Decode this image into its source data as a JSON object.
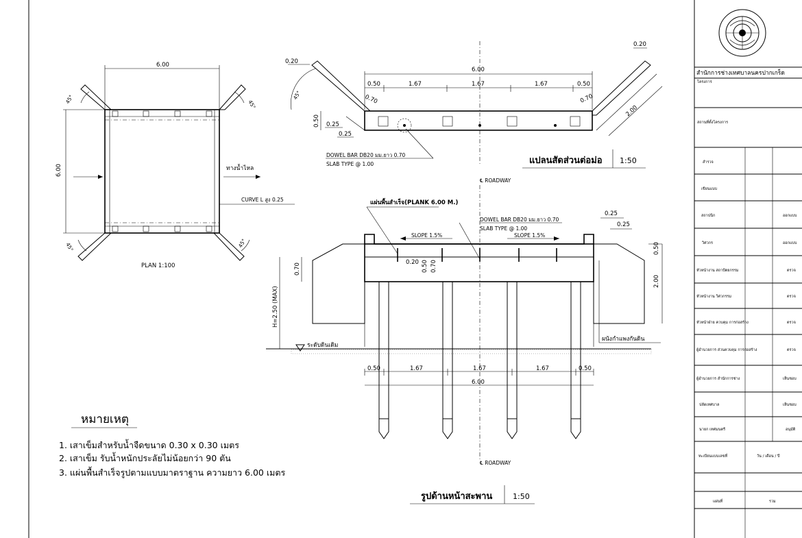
{
  "plan": {
    "title": "PLAN 1:100",
    "width_dim": "6.00",
    "height_dim": "6.00",
    "angle": "45°",
    "flow_label": "ทางน้ำไหล",
    "curve_label": "CURVE L สูง 0.25"
  },
  "approach": {
    "title": "แปลนสัดส่วนต่อม่อ",
    "scale": "1:50",
    "dims": {
      "total": "6.00",
      "end": "0.50",
      "span": "1.67",
      "wing": "0.20",
      "wing_thk": "0.70",
      "height": "0.50",
      "offset": "0.25",
      "wing_len": "2.00",
      "angle": "45°"
    },
    "dowel": "DOWEL BAR DB20 มม.ยาว 0.70",
    "slab": "SLAB TYPE @ 1.00"
  },
  "front": {
    "title": "รูปด้านหน้าสะพาน",
    "scale": "1:50",
    "roadway": "℄ ROADWAY",
    "plank": "แผ่นพื้นสำเร็จ(PLANK 6.00 M.)",
    "dowel": "DOWEL BAR DB20 มม.ยาว 0.70",
    "slab": "SLAB TYPE @ 1.00",
    "slope": "SLOPE 1.5%",
    "ground": "ระดับดินเดิม",
    "wall": "ผนังกำแพงกันดิน",
    "h_max": "H=2.50 (MAX)",
    "dims": {
      "total": "6.00",
      "end": "0.50",
      "span": "1.67",
      "top": "0.25",
      "cap": "0.70",
      "small": "0.20",
      "wall_h": "2.00",
      "wall_top": "0.50"
    }
  },
  "notes": {
    "title": "หมายเหตุ",
    "items": [
      "1. เสาเข็มสำหรับน้ำจืดขนาด 0.30 x 0.30 เมตร",
      "2. เสาเข็ม รับน้ำหนักประลัยไม่น้อยกว่า 90 ตัน",
      "3. แผ่นพื้นสำเร็จรูปตามแบบมาตราฐาน ความยาว 6.00 เมตร"
    ]
  },
  "title_block": {
    "office": "สำนักการช่างเทศบาลนครปากเกร็ด",
    "project": "โครงการ",
    "location": "สถานที่ตั้งโครงการ",
    "rows": [
      {
        "label": "สำรวจ",
        "right": ""
      },
      {
        "label": "เขียนแบบ",
        "right": ""
      },
      {
        "label": "สถาปนิก",
        "right": "ออกแบบ"
      },
      {
        "label": "วิศวกร",
        "right": "ออกแบบ"
      },
      {
        "label": "หัวหน้างาน สถาปัตยกรรม",
        "right": "ตรวจ"
      },
      {
        "label": "หัวหน้างาน วิศวกรรม",
        "right": "ตรวจ"
      },
      {
        "label": "หัวหน้าฝ่าย ควบคุม การก่อสร้าง",
        "right": "ตรวจ"
      },
      {
        "label": "ผู้อำนวยการ ส่วนควบคุม การก่อสร้าง",
        "right": "ตรวจ"
      },
      {
        "label": "ผู้อำนวยการ สำนักการช่าง",
        "right": "เห็นชอบ"
      },
      {
        "label": "ปลัดเทศบาล",
        "right": "เห็นชอบ"
      },
      {
        "label": "นายก เทศมนตรี",
        "right": "อนุมัติ"
      }
    ],
    "register": "ทะเบียนแบบเลขที่",
    "date": "วัน / เดือน / ปี",
    "sheet": "แผ่นที่",
    "total": "รวม"
  }
}
